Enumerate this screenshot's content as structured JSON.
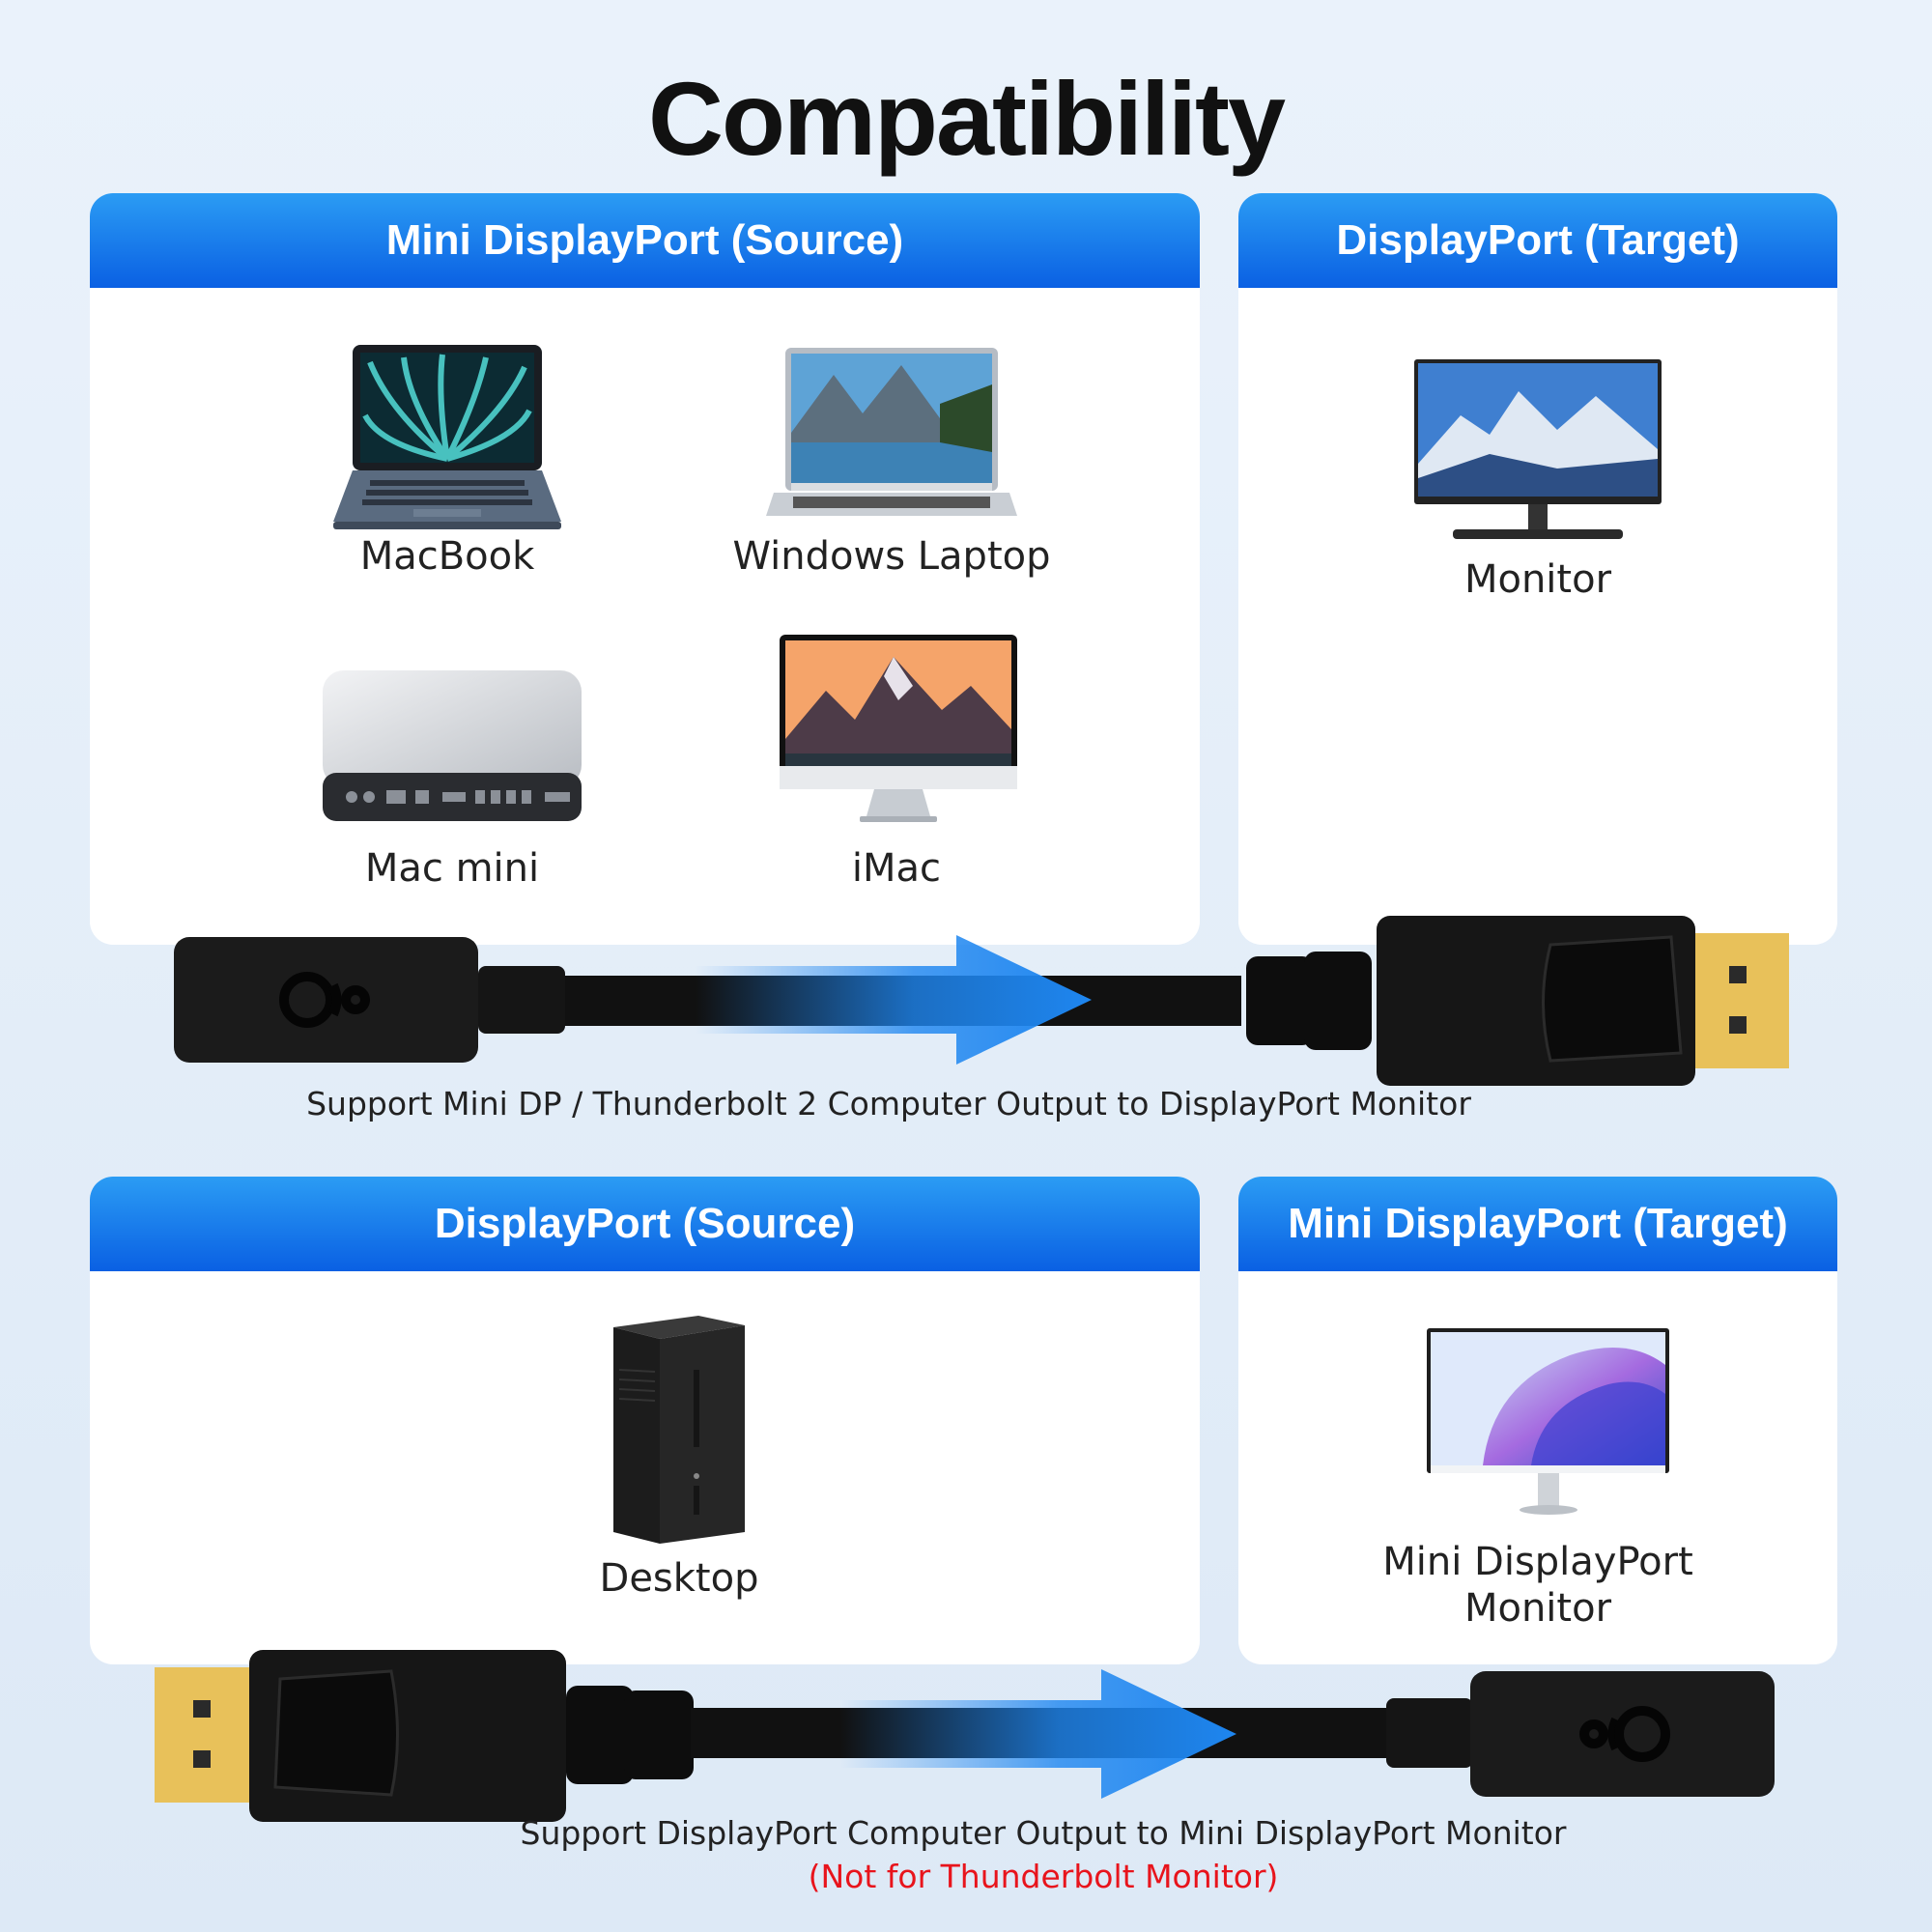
{
  "title": "Compatibility",
  "top_row": {
    "source_panel": {
      "header": "Mini DisplayPort (Source)",
      "devices": [
        {
          "label": "MacBook",
          "icon": "macbook-icon"
        },
        {
          "label": "Windows Laptop",
          "icon": "windows-laptop-icon"
        },
        {
          "label": "Mac mini",
          "icon": "mac-mini-icon"
        },
        {
          "label": "iMac",
          "icon": "imac-icon"
        }
      ]
    },
    "target_panel": {
      "header": "DisplayPort (Target)",
      "devices": [
        {
          "label": "Monitor",
          "icon": "monitor-icon"
        }
      ]
    },
    "caption": "Support Mini DP / Thunderbolt 2 Computer Output to DisplayPort Monitor"
  },
  "bottom_row": {
    "source_panel": {
      "header": "DisplayPort (Source)",
      "devices": [
        {
          "label": "Desktop",
          "icon": "desktop-tower-icon"
        }
      ]
    },
    "target_panel": {
      "header": "Mini DisplayPort (Target)",
      "devices": [
        {
          "label_line1": "Mini DisplayPort",
          "label_line2": "Monitor",
          "icon": "mini-dp-monitor-icon"
        }
      ]
    },
    "caption": "Support DisplayPort Computer Output to Mini DisplayPort Monitor",
    "caption_note": "(Not for Thunderbolt Monitor)"
  },
  "colors": {
    "header_blue": "#0a60e3",
    "arrow_blue": "#0a7ff0",
    "note_red": "#e8141c",
    "connector_gold": "#e8c15a"
  }
}
